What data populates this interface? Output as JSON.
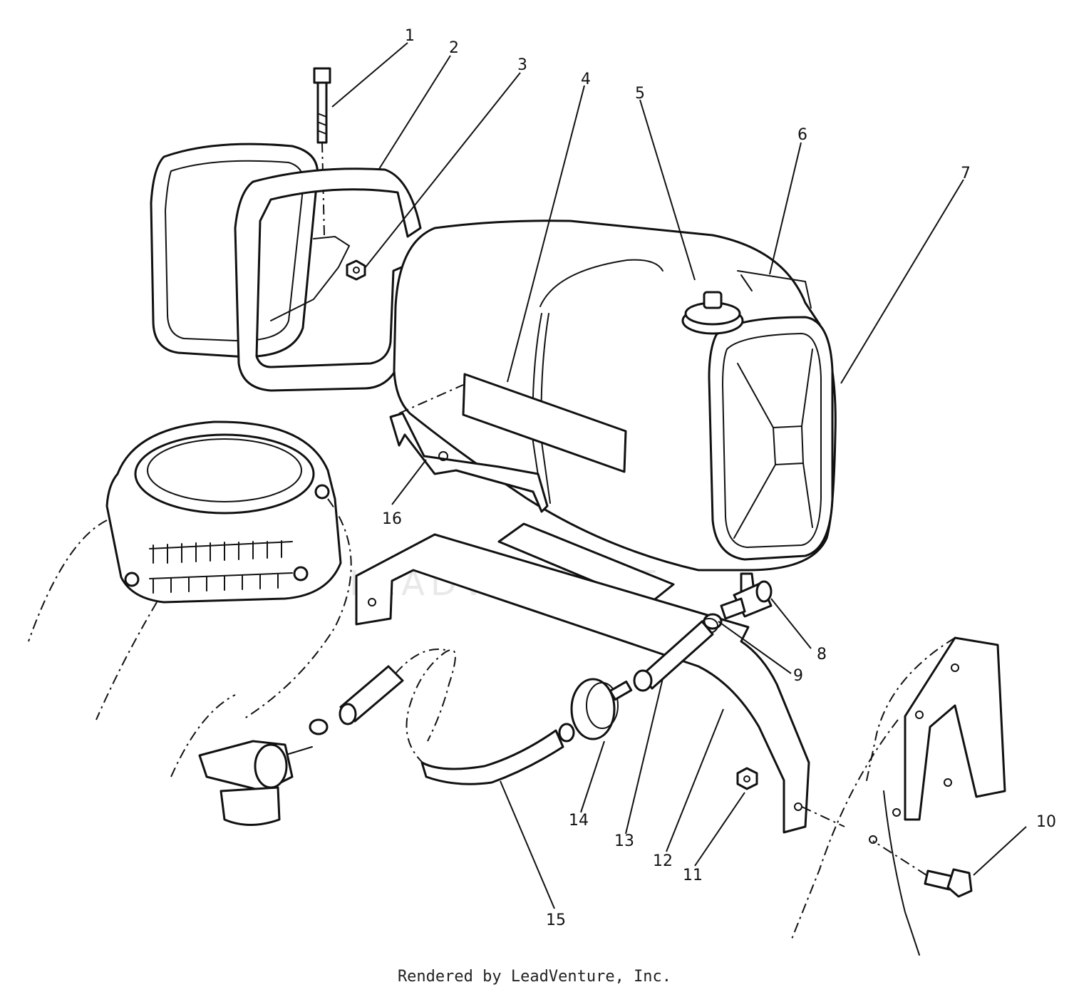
{
  "callouts": [
    "1",
    "2",
    "3",
    "4",
    "5",
    "6",
    "7",
    "8",
    "9",
    "10",
    "11",
    "12",
    "13",
    "14",
    "15",
    "16"
  ],
  "watermark": "LEADVENTURE",
  "footer": "Rendered by LeadVenture, Inc.",
  "colors": {
    "ink": "#111111",
    "background": "#ffffff",
    "watermark": "#e9e9e9"
  }
}
